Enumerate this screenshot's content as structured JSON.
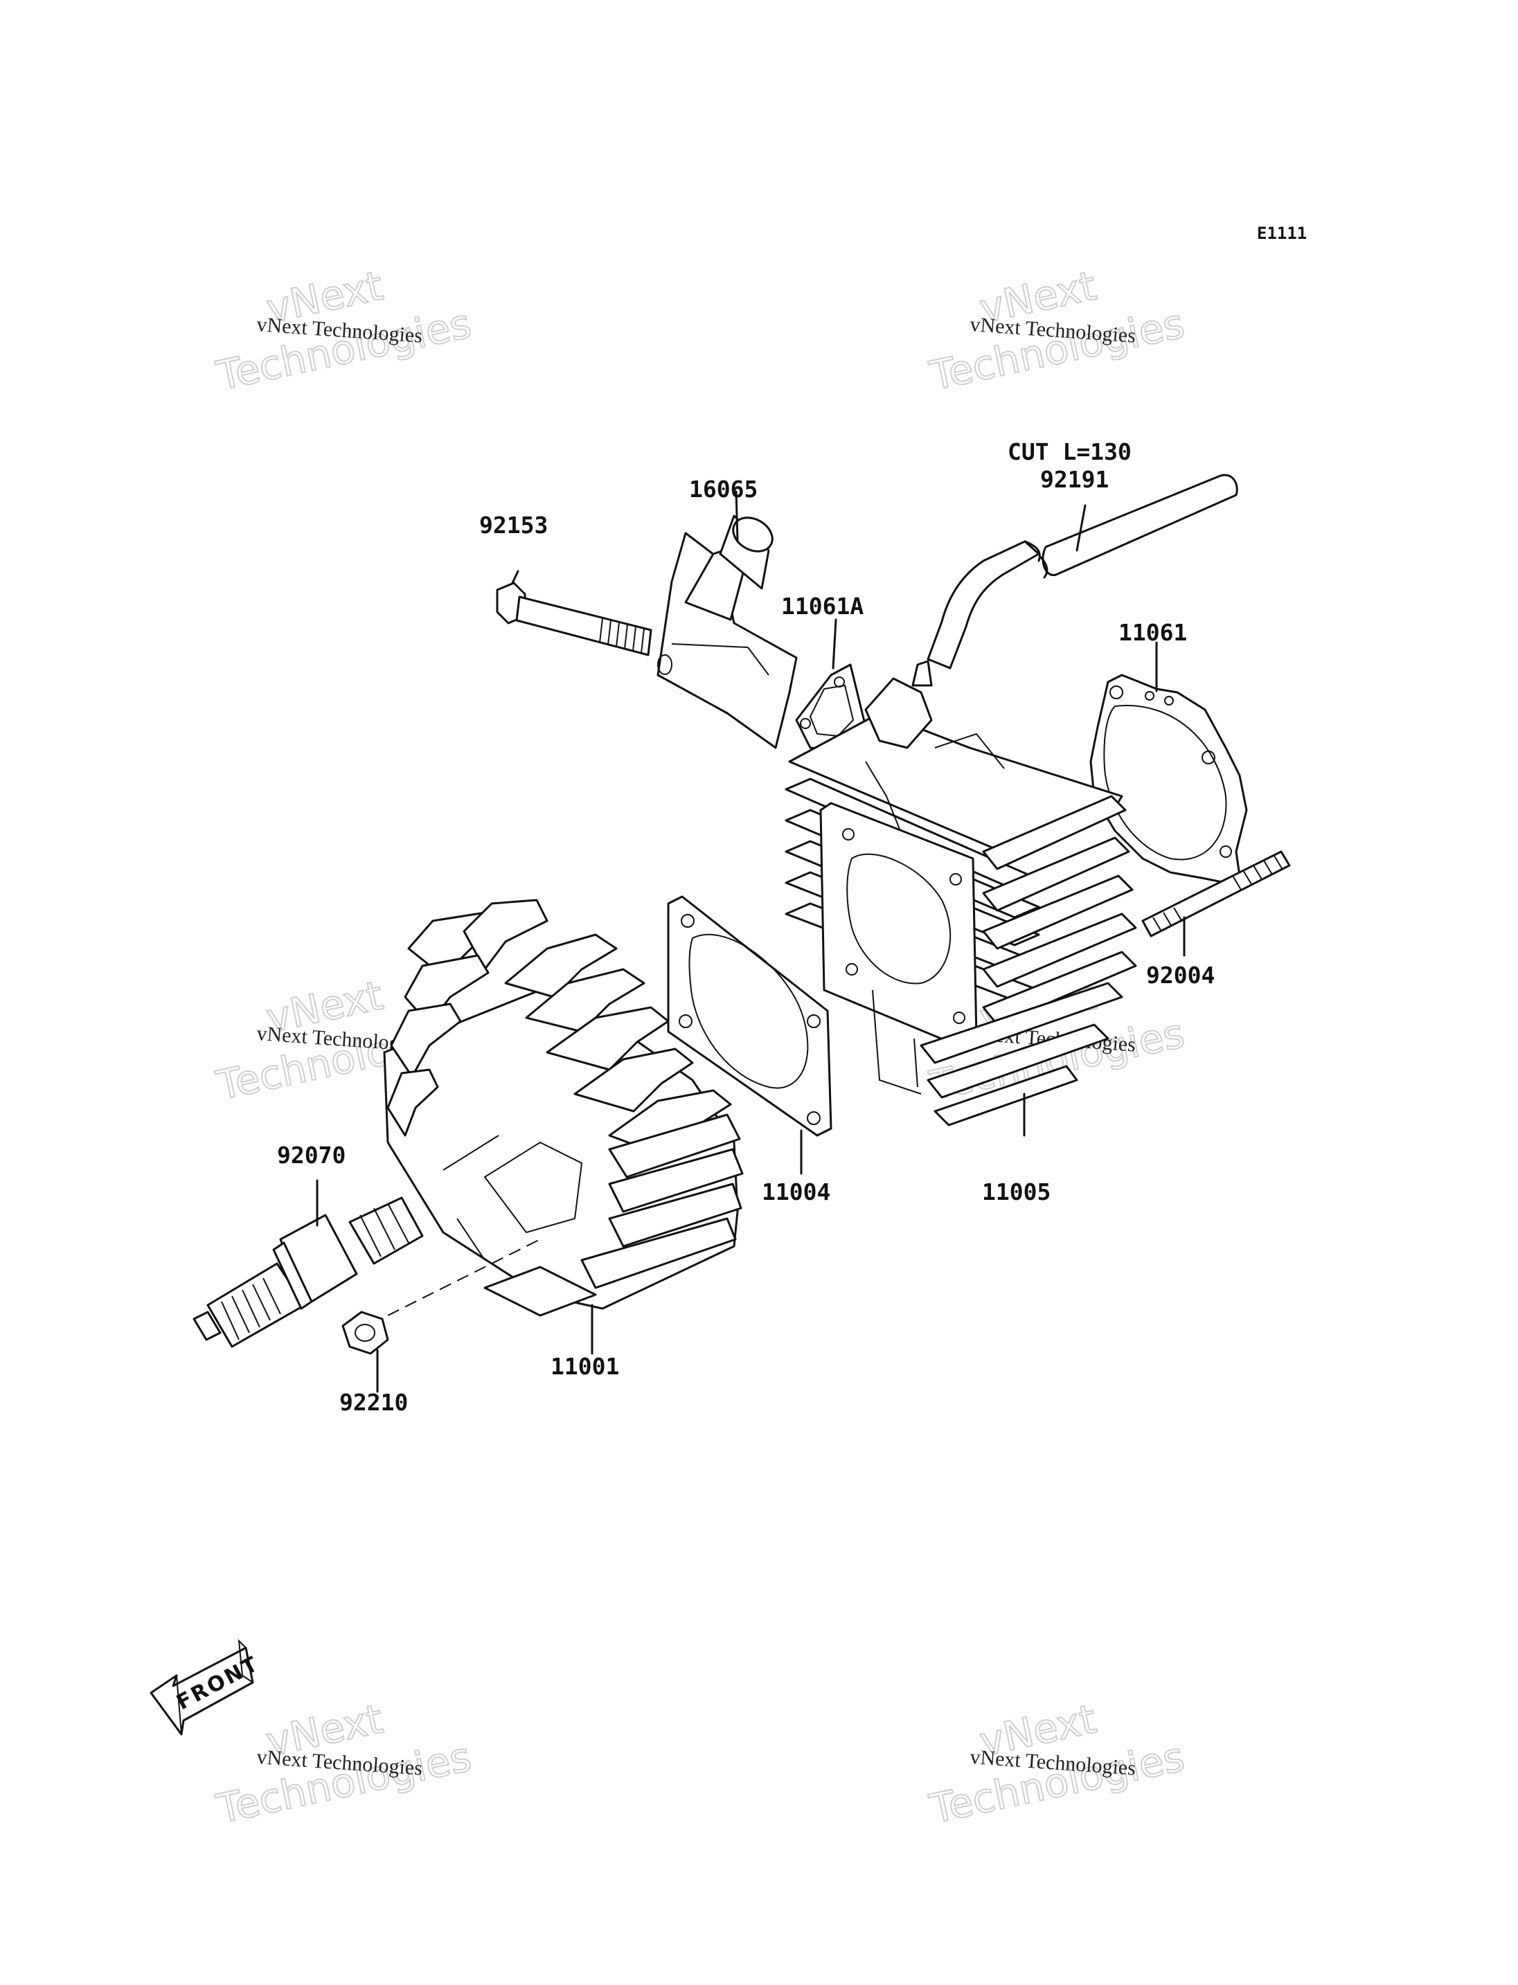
{
  "diagram_code": "E1111",
  "front_marker": "FRONT",
  "watermark": {
    "brand": "vNext Technologies",
    "line1": "vNext",
    "line2": "Technologies"
  },
  "parts": [
    {
      "id": "92153"
    },
    {
      "id": "16065"
    },
    {
      "id": "11061A"
    },
    {
      "id": "92191",
      "note": "CUT L=130"
    },
    {
      "id": "11061"
    },
    {
      "id": "92004"
    },
    {
      "id": "11004"
    },
    {
      "id": "11005"
    },
    {
      "id": "92070"
    },
    {
      "id": "11001"
    },
    {
      "id": "92210"
    }
  ]
}
